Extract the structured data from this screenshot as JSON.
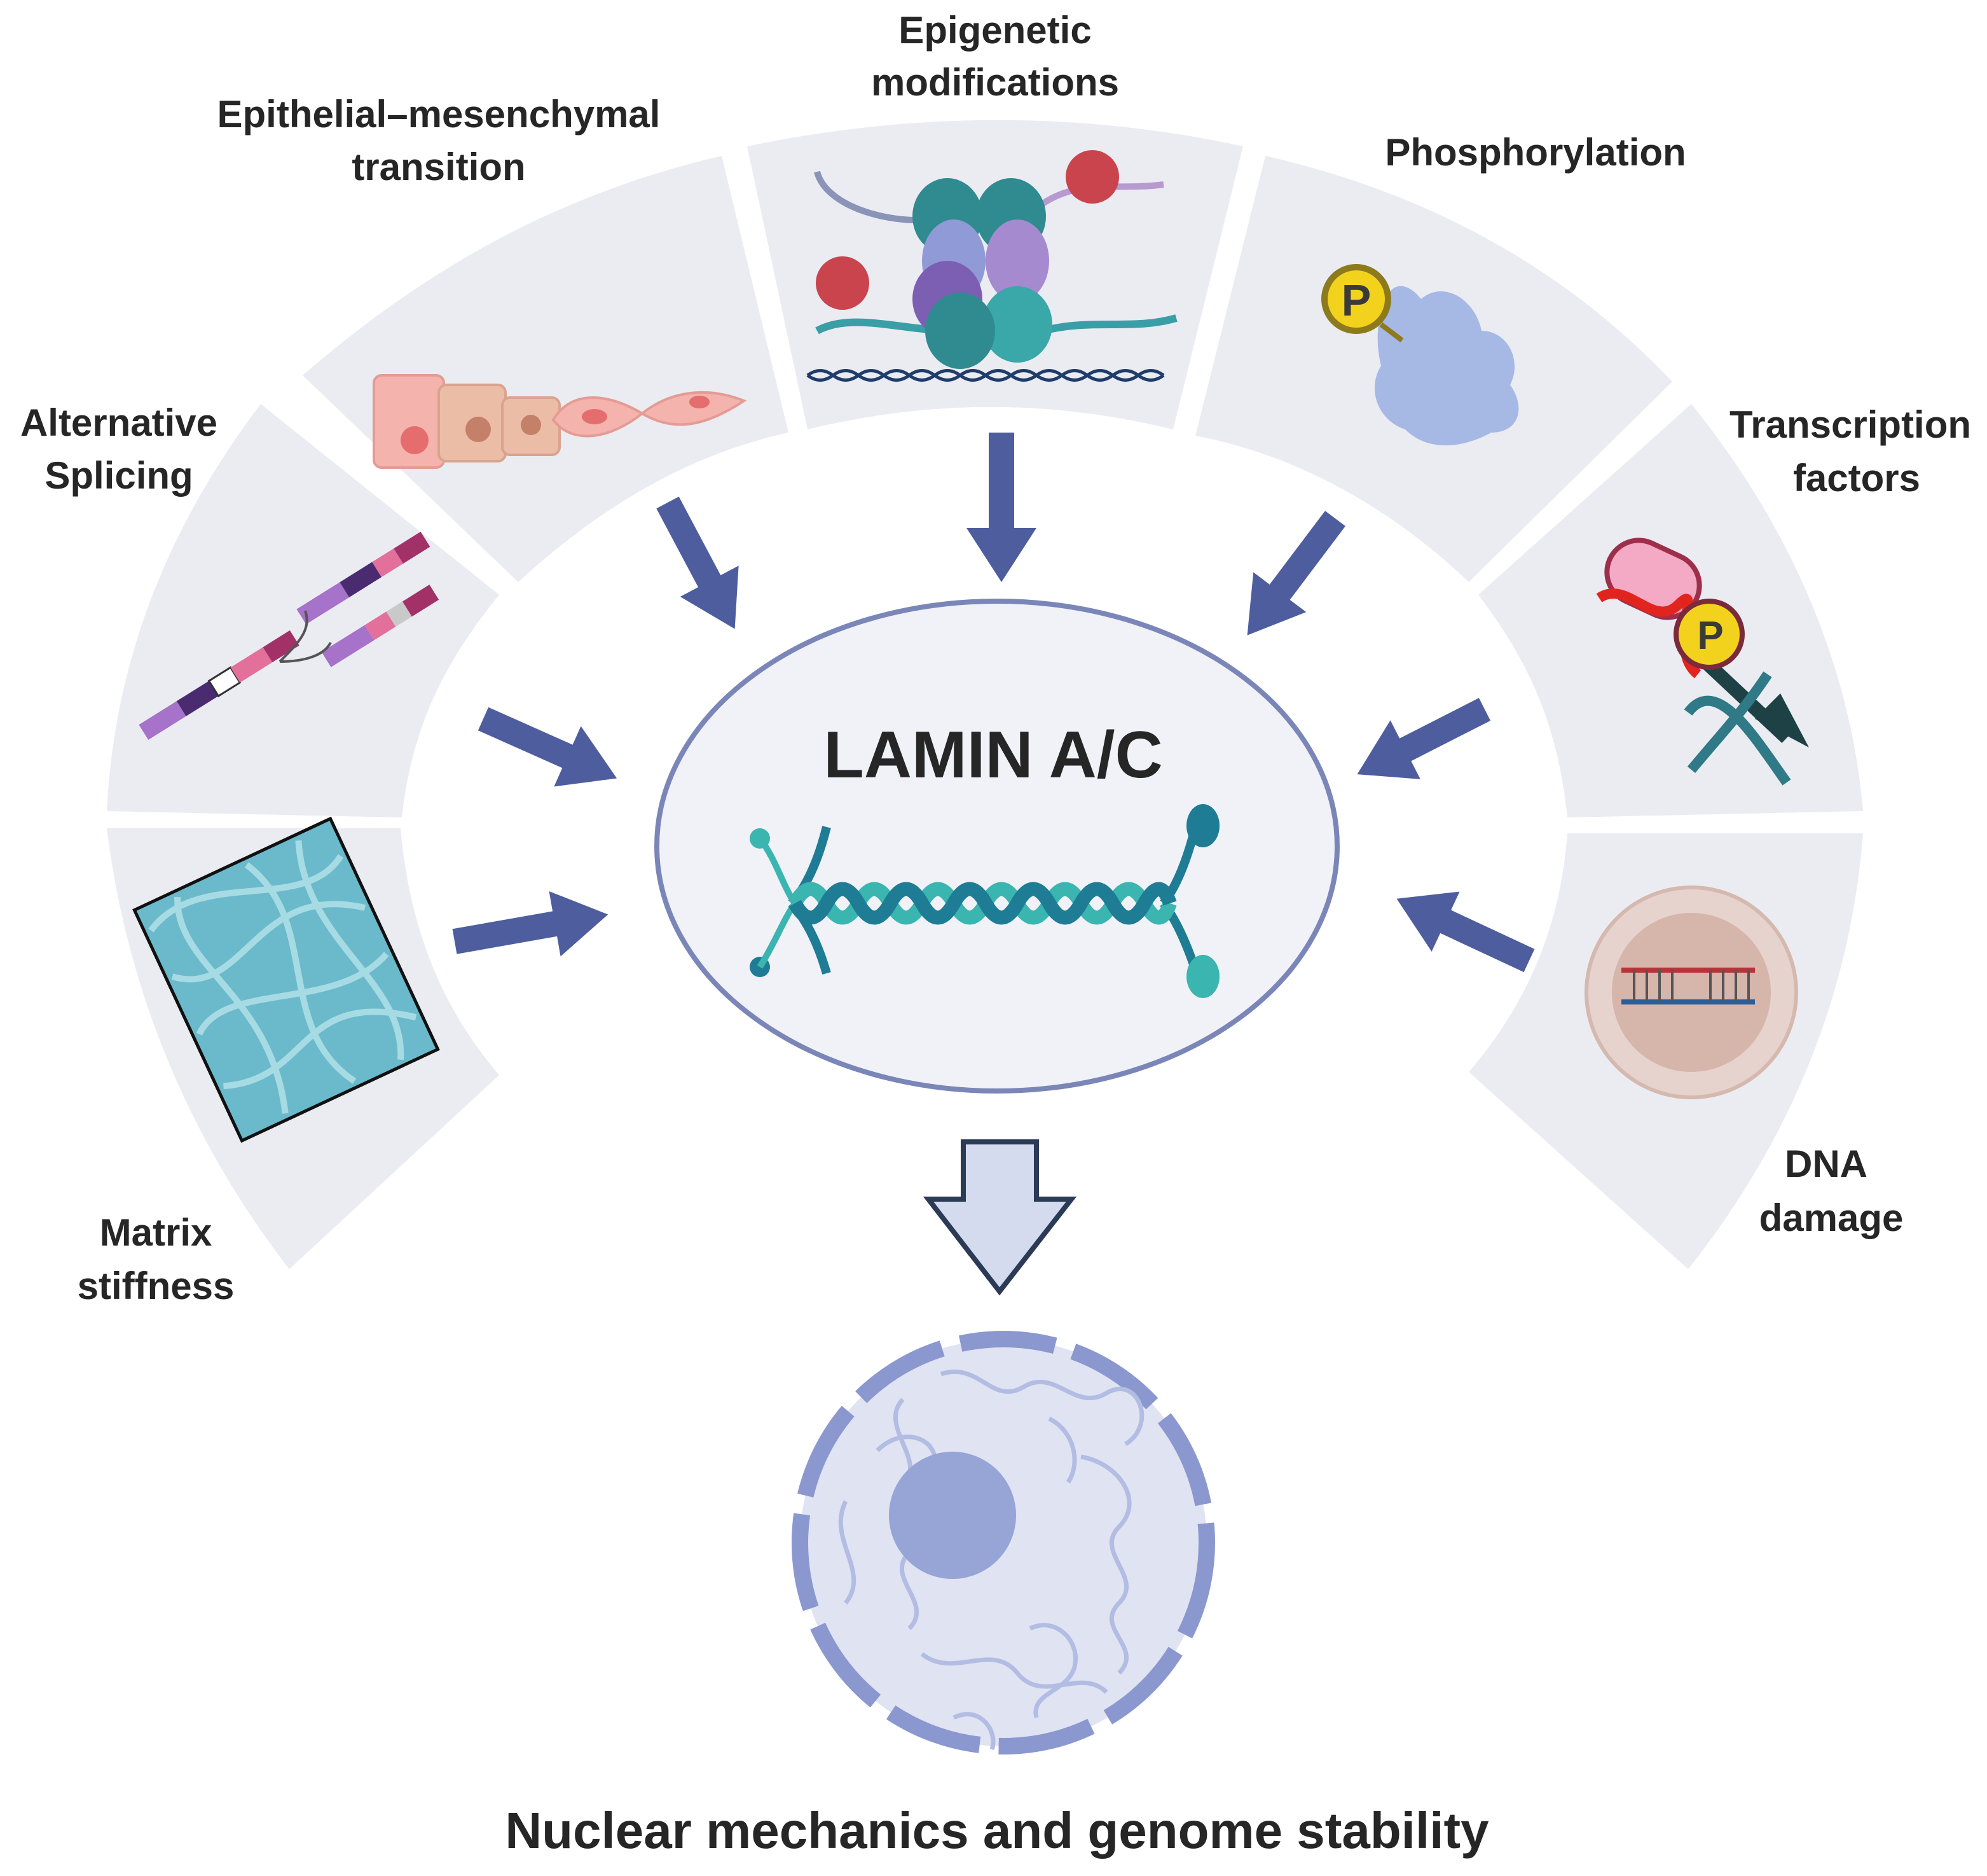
{
  "center": {
    "title": "LAMIN A/C"
  },
  "factors": {
    "epigenetic": {
      "line1": "Epigenetic",
      "line2": "modifications"
    },
    "emt": {
      "line1": "Epithelial–mesenchymal",
      "line2": "transition"
    },
    "phospho": {
      "line1": "Phosphorylation"
    },
    "splicing": {
      "line1": "Alternative",
      "line2": "Splicing"
    },
    "transcription": {
      "line1": "Transcription",
      "line2": "factors"
    },
    "matrix": {
      "line1": "Matrix",
      "line2": "stiffness"
    },
    "dna_damage": {
      "line1": "DNA",
      "line2": "damage"
    }
  },
  "outcome": {
    "title": "Nuclear mechanics and genome stability"
  },
  "icons": {
    "p_label": "P"
  },
  "colors": {
    "panel": "#eaecf2",
    "arrow": "#4e5d9e",
    "lamin_teal_dark": "#1f7c95",
    "lamin_teal_light": "#3bb5b0",
    "nucleus_fill": "#dfe3f2",
    "nucleus_envelope": "#8b98cf",
    "nucleolus": "#97a4d6"
  }
}
